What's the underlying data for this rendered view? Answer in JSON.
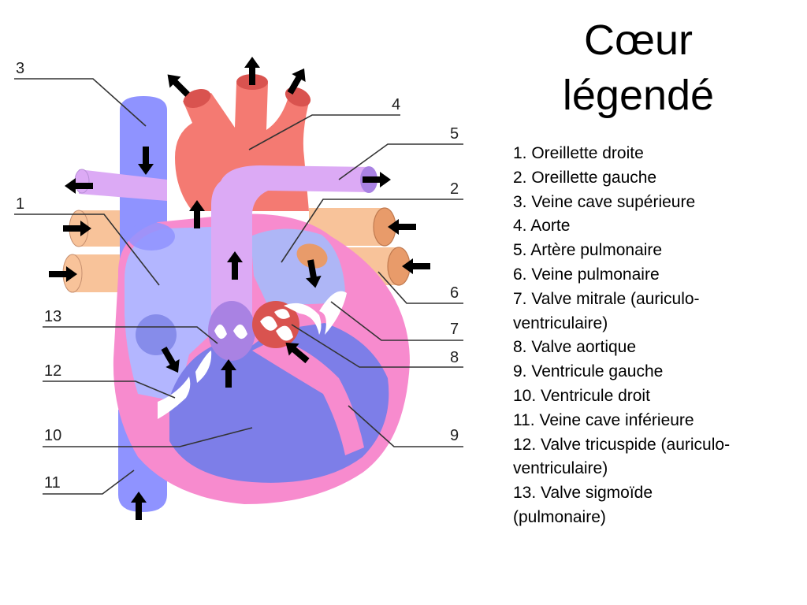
{
  "title": {
    "line1": "Cœur",
    "line2": "légendé"
  },
  "legend": [
    "1. Oreillette droite",
    "2. Oreillette gauche",
    "3. Veine cave supérieure",
    "4. Aorte",
    "5. Artère pulmonaire",
    "6. Veine pulmonaire",
    "7. Valve mitrale (auriculo-ventriculaire)",
    "8. Valve aortique",
    "9. Ventricule gauche",
    "10. Ventricule droit",
    "11. Veine cave inférieure",
    "12. Valve tricuspide (auriculo-ventriculaire)",
    "13. Valve sigmoïde (pulmonaire)"
  ],
  "callouts": {
    "c1": "1",
    "c2": "2",
    "c3": "3",
    "c4": "4",
    "c5": "5",
    "c6": "6",
    "c7": "7",
    "c8": "8",
    "c9": "9",
    "c10": "10",
    "c11": "11",
    "c12": "12",
    "c13": "13"
  },
  "colors": {
    "aorta": "#f47a72",
    "aorta_cut": "#d9534f",
    "pulmonary_artery": "#dcaaf5",
    "pulmonary_artery_cut": "#a982e3",
    "vena_cava": "#8f93ff",
    "pulmonary_vein": "#f8c39a",
    "pulmonary_vein_cut": "#e89b6a",
    "right_atrium": "#b3b6ff",
    "left_atrium": "#aeb6f6",
    "ventricles": "#7d7ee8",
    "myocardium": "#f78bce",
    "valve": "#ffffff",
    "flow_arrow": "#f6f3d6"
  }
}
